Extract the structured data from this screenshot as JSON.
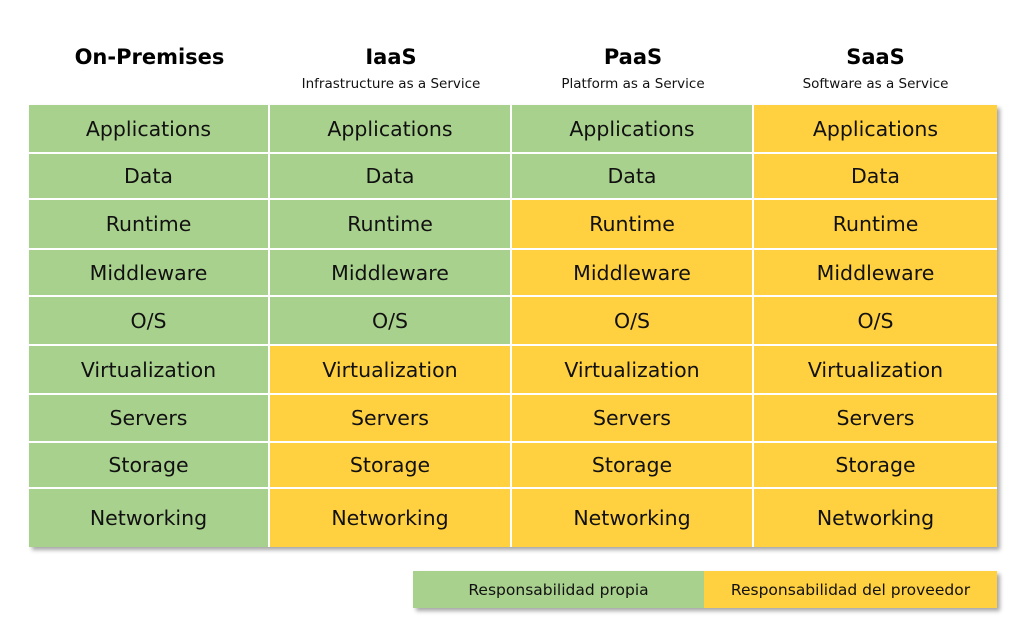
{
  "colors": {
    "own": "#a9d18e",
    "provider": "#ffd040"
  },
  "columns": [
    {
      "title": "On-Premises",
      "subtitle": ""
    },
    {
      "title": "IaaS",
      "subtitle": "Infrastructure as a Service"
    },
    {
      "title": "PaaS",
      "subtitle": "Platform as a Service"
    },
    {
      "title": "SaaS",
      "subtitle": "Software as a Service"
    }
  ],
  "rows": [
    "Applications",
    "Data",
    "Runtime",
    "Middleware",
    "O/S",
    "Virtualization",
    "Servers",
    "Storage",
    "Networking"
  ],
  "responsibility": [
    [
      "own",
      "own",
      "own",
      "provider"
    ],
    [
      "own",
      "own",
      "own",
      "provider"
    ],
    [
      "own",
      "own",
      "provider",
      "provider"
    ],
    [
      "own",
      "own",
      "provider",
      "provider"
    ],
    [
      "own",
      "own",
      "provider",
      "provider"
    ],
    [
      "own",
      "provider",
      "provider",
      "provider"
    ],
    [
      "own",
      "provider",
      "provider",
      "provider"
    ],
    [
      "own",
      "provider",
      "provider",
      "provider"
    ],
    [
      "own",
      "provider",
      "provider",
      "provider"
    ]
  ],
  "legend": {
    "own_label": "Responsabilidad propia",
    "provider_label": "Responsabilidad del proveedor"
  }
}
